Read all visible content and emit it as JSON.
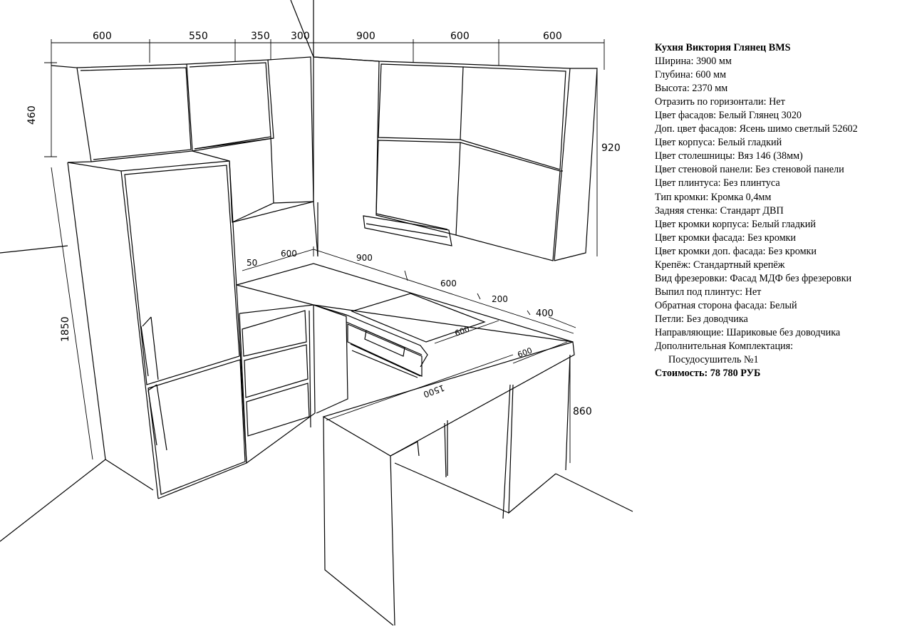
{
  "drawing": {
    "dims": {
      "top_widths": [
        "600",
        "550",
        "350",
        "300",
        "900",
        "600",
        "600"
      ],
      "upper_height": "460",
      "upper_right_height": "920",
      "fridge_height": "1850",
      "base_height": "860",
      "counter_50": "50",
      "counter_600_left": "600",
      "counter_900": "900",
      "counter_600_right": "600",
      "counter_200": "200",
      "counter_400": "400",
      "diag_600_a": "600",
      "diag_600_b": "600",
      "diag_1500": "1500"
    }
  },
  "spec": {
    "title": "Кухня Виктория Глянец BMS",
    "lines": [
      "Ширина: 3900 мм",
      "Глубина: 600 мм",
      "Высота: 2370 мм",
      "Отразить по горизонтали: Нет",
      "Цвет фасадов: Белый Глянец 3020",
      "Доп. цвет фасадов: Ясень шимо светлый 52602",
      "Цвет корпуса: Белый гладкий",
      "Цвет столешницы: Вяз 146 (38мм)",
      "Цвет стеновой панели: Без стеновой панели",
      "Цвет плинтуса: Без плинтуса",
      "Тип кромки: Кромка 0,4мм",
      "Задняя стенка: Стандарт ДВП",
      "Цвет кромки корпуса: Белый гладкий",
      "Цвет кромки фасада: Без кромки",
      "Цвет кромки доп. фасада: Без кромки",
      "Крепёж: Стандартный крепёж",
      "Вид фрезеровки: Фасад МДФ без фрезеровки",
      "Выпил под плинтус: Нет",
      "Обратная сторона фасада: Белый",
      "Петли: Без доводчика",
      "Направляющие: Шариковые без доводчика",
      "Дополнительная Комплектация:"
    ],
    "extra_item": "Посудосушитель №1",
    "cost": "Стоимость: 78 780 РУБ"
  }
}
